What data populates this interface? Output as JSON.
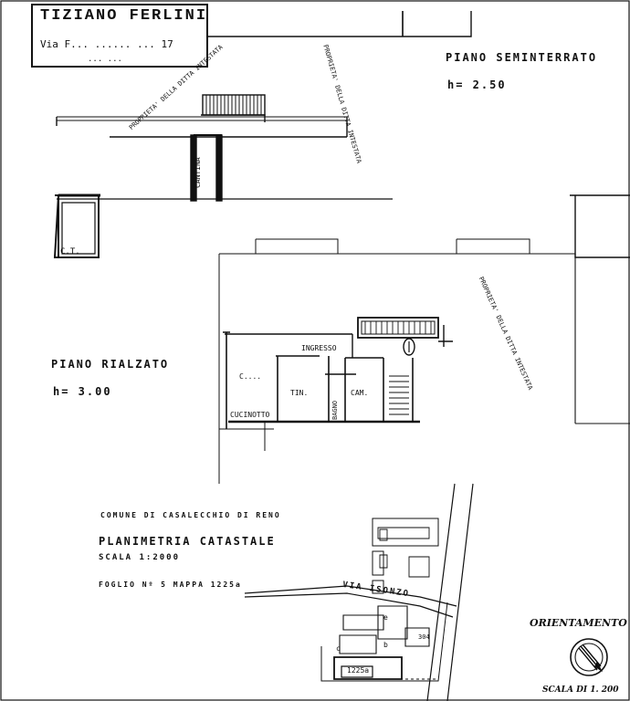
{
  "stamp": {
    "name": "TIZIANO FERLINI",
    "address_line1": "Via F... ...... ... 17",
    "address_line2": "... ..."
  },
  "basement": {
    "title": "PIANO SEMINTERRATO",
    "height": "h= 2.50",
    "cantina_label": "CANTINA",
    "ct_label": "C.T.",
    "property_label_left": "PROPRIETA' DELLA DITTA INTESTATA",
    "property_label_right": "PROPRIETA' DELLA DITTA INTESTATA"
  },
  "ground_floor": {
    "title": "PIANO RIALZATO",
    "height": "h= 3.00",
    "rooms": {
      "cucinotto": "CUCINOTTO",
      "camera_left": "C....",
      "tinello": "TIN.",
      "bagno": "BAGNO",
      "camera": "CAM.",
      "ingresso": "INGRESSO"
    },
    "property_label_right": "PROPRIETA' DELLA DITTA INTESTATA"
  },
  "legend": {
    "comune": "COMUNE DI CASALECCHIO DI RENO",
    "title": "PLANIMETRIA CATASTALE",
    "scale": "SCALA 1:2000",
    "foglio": "FOGLIO Nº 5 MAPPA 1225a"
  },
  "site_map": {
    "street": "VIA ISONZO",
    "parcel": "1225a",
    "parcel_b": "b",
    "parcel_c": "c",
    "parcel_e": "e",
    "parcel_304": "304"
  },
  "orientation": {
    "label": "ORIENTAMENTO",
    "scale_label": "SCALA DI 1. 200"
  }
}
